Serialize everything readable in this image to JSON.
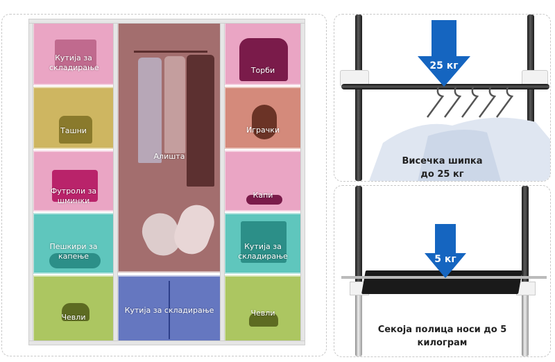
{
  "wardrobe": {
    "left_column": [
      {
        "label": "Кутија за складирање",
        "color": "#e58fb5"
      },
      {
        "label": "Ташни",
        "color": "#c2a43a"
      },
      {
        "label": "Футроли за шминки",
        "color": "#e58fb5"
      },
      {
        "label": "Пешкири за капење",
        "color": "#37b8ad"
      },
      {
        "label": "Чевли",
        "color": "#97b83a"
      }
    ],
    "center": {
      "upper_label": "Алишта",
      "upper_color": "#8c4a4a",
      "lower_label": "Кутија за складирање",
      "lower_color": "#3f55b0"
    },
    "right_column": [
      {
        "label": "Торби",
        "color": "#e58fb5"
      },
      {
        "label": "Играчки",
        "color": "#c96d5a"
      },
      {
        "label": "Капи",
        "color": "#e58fb5"
      },
      {
        "label": "Кутија за складирање",
        "color": "#37b8ad"
      },
      {
        "label": "Чевли",
        "color": "#97b83a"
      }
    ]
  },
  "hanging_rod": {
    "load_badge": "25 кг",
    "caption_line1": "Висечка шипка",
    "caption_line2": "до 25 кг",
    "arrow_color": "#1565c0"
  },
  "shelf": {
    "load_badge": "5 кг",
    "caption_line1": "Секоја полица носи до 5",
    "caption_line2": "килограм",
    "arrow_color": "#1565c0"
  }
}
